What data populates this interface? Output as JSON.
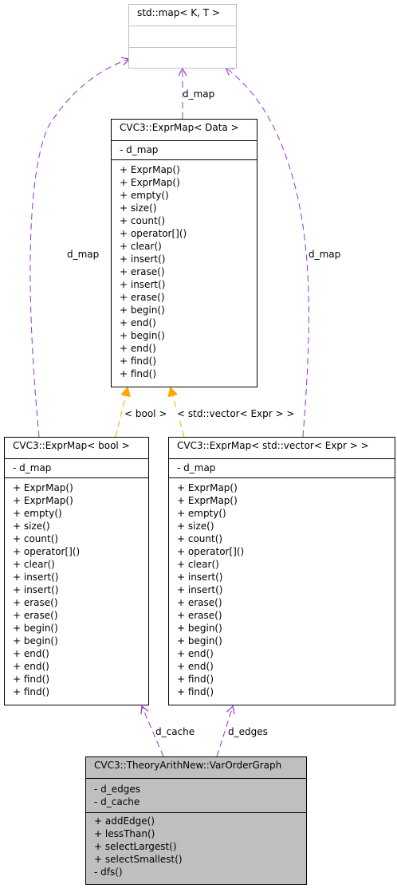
{
  "colors": {
    "usage_edge": "#9a32cd",
    "inherit_edge": "#ffa500",
    "box_border": "#000000",
    "template_border": "#bfbfbf",
    "selected_fill": "#bfbfbf"
  },
  "std_map": {
    "title": "std::map< K, T >",
    "attributes": [],
    "methods": []
  },
  "expr_map_data": {
    "title": "CVC3::ExprMap< Data >",
    "attributes": [
      "- d_map"
    ],
    "methods": [
      "+ ExprMap()",
      "+ ExprMap()",
      "+ empty()",
      "+ size()",
      "+ count()",
      "+ operator[]()",
      "+ clear()",
      "+ insert()",
      "+ erase()",
      "+ insert()",
      "+ erase()",
      "+ begin()",
      "+ end()",
      "+ begin()",
      "+ end()",
      "+ find()",
      "+ find()"
    ]
  },
  "expr_map_bool": {
    "title": "CVC3::ExprMap< bool >",
    "attributes": [
      "- d_map"
    ],
    "methods": [
      "+ ExprMap()",
      "+ ExprMap()",
      "+ empty()",
      "+ size()",
      "+ count()",
      "+ operator[]()",
      "+ clear()",
      "+ insert()",
      "+ insert()",
      "+ erase()",
      "+ erase()",
      "+ begin()",
      "+ begin()",
      "+ end()",
      "+ end()",
      "+ find()",
      "+ find()"
    ]
  },
  "expr_map_vector": {
    "title": "CVC3::ExprMap< std::vector< Expr > >",
    "attributes": [
      "- d_map"
    ],
    "methods": [
      "+ ExprMap()",
      "+ ExprMap()",
      "+ empty()",
      "+ size()",
      "+ count()",
      "+ operator[]()",
      "+ clear()",
      "+ insert()",
      "+ insert()",
      "+ erase()",
      "+ erase()",
      "+ begin()",
      "+ begin()",
      "+ end()",
      "+ end()",
      "+ find()",
      "+ find()"
    ]
  },
  "var_order_graph": {
    "title": "CVC3::TheoryArithNew::VarOrderGraph",
    "attributes": [
      "- d_edges",
      "- d_cache"
    ],
    "methods": [
      "+ addEdge()",
      "+ lessThan()",
      "+ selectLargest()",
      "+ selectSmallest()",
      "- dfs()"
    ]
  },
  "edge_labels": {
    "data_to_map": "d_map",
    "bool_to_map": "d_map",
    "vector_to_map": "d_map",
    "bool_to_data": "< bool >",
    "vector_to_data": "< std::vector< Expr > >",
    "graph_to_bool": "d_cache",
    "graph_to_vector": "d_edges"
  }
}
